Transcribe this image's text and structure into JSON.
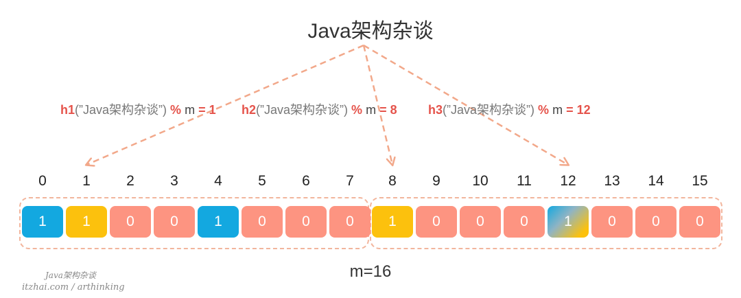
{
  "title": "Java架构杂谈",
  "hash_functions": [
    {
      "fn": "h1",
      "arg": "(”Java架构杂谈”)",
      "op": "%",
      "var": "m",
      "eq": "=",
      "result": "1",
      "target_index": 1
    },
    {
      "fn": "h2",
      "arg": "(”Java架构杂谈”)",
      "op": "%",
      "var": "m",
      "eq": "=",
      "result": "8",
      "target_index": 8
    },
    {
      "fn": "h3",
      "arg": "(”Java架构杂谈”)",
      "op": "%",
      "var": "m",
      "eq": "=",
      "result": "12",
      "target_index": 12
    }
  ],
  "bit_array": {
    "indices": [
      "0",
      "1",
      "2",
      "3",
      "4",
      "5",
      "6",
      "7",
      "8",
      "9",
      "10",
      "11",
      "12",
      "13",
      "14",
      "15"
    ],
    "values": [
      "1",
      "1",
      "0",
      "0",
      "1",
      "0",
      "0",
      "0",
      "1",
      "0",
      "0",
      "0",
      "1",
      "0",
      "0",
      "0"
    ],
    "cell_kinds": [
      "blue",
      "yellow",
      "zero",
      "zero",
      "blue",
      "zero",
      "zero",
      "zero",
      "yellow",
      "zero",
      "zero",
      "zero",
      "mixed",
      "zero",
      "zero",
      "zero"
    ],
    "size_label": "m=16"
  },
  "colors": {
    "blue": "#13a8e0",
    "yellow": "#fcc10d",
    "zero": "#fd9481",
    "accent_red": "#e5534b",
    "dashed": "#f2b59c"
  },
  "watermark": {
    "name": "Java架构杂谈",
    "url": "itzhai.com / arthinking"
  }
}
